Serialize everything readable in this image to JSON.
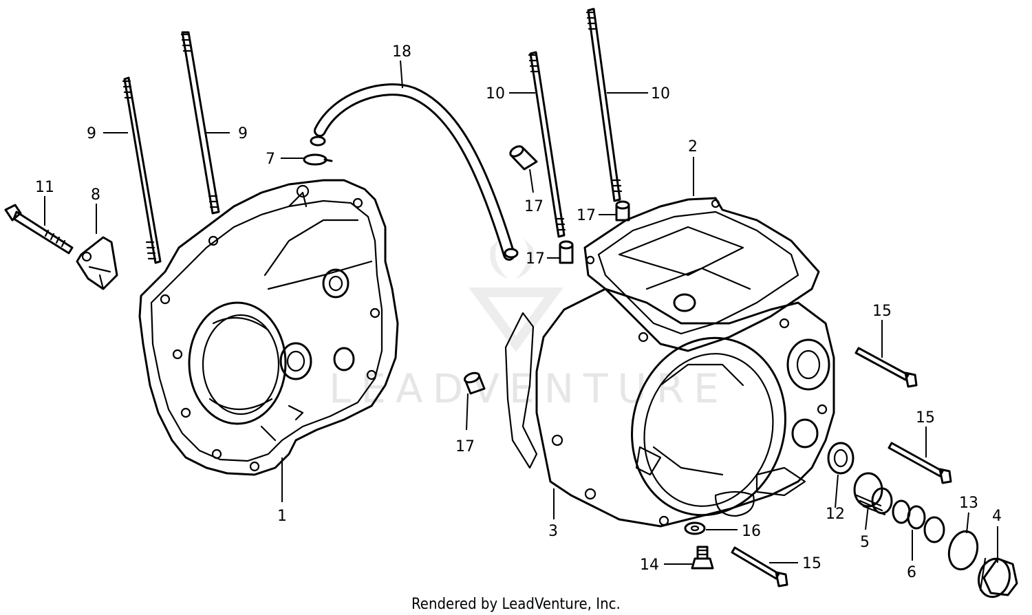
{
  "labels": {
    "l1": "1",
    "l2": "2",
    "l3": "3",
    "l4": "4",
    "l5": "5",
    "l6": "6",
    "l7": "7",
    "l8": "8",
    "l9a": "9",
    "l9b": "9",
    "l10a": "10",
    "l10b": "10",
    "l11": "11",
    "l12": "12",
    "l13": "13",
    "l14": "14",
    "l15a": "15",
    "l15b": "15",
    "l15c": "15",
    "l16": "16",
    "l17a": "17",
    "l17b": "17",
    "l17c": "17",
    "l17d": "17",
    "l18": "18"
  },
  "watermark": "LEADVENTURE",
  "footer": "Rendered by LeadVenture, Inc."
}
